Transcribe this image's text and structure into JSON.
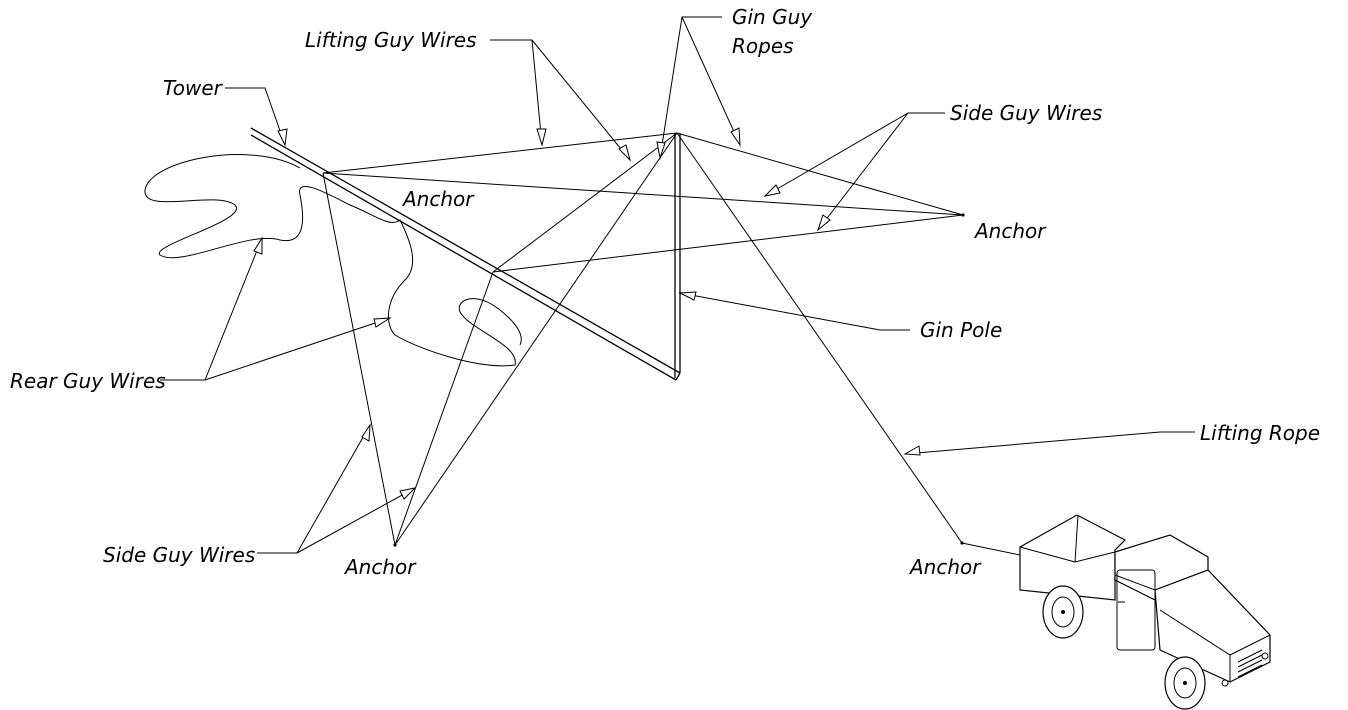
{
  "labels": {
    "lifting_guy_wires": "Lifting Guy Wires",
    "gin_guy_line1": "Gin Guy",
    "gin_guy_line2": "Ropes",
    "tower": "Tower",
    "side_guy_wires_right": "Side Guy Wires",
    "anchor_center": "Anchor",
    "anchor_right": "Anchor",
    "gin_pole": "Gin Pole",
    "rear_guy_wires": "Rear Guy Wires",
    "lifting_rope": "Lifting Rope",
    "side_guy_wires_left": "Side Guy Wires",
    "anchor_bottom": "Anchor",
    "anchor_truck": "Anchor"
  }
}
